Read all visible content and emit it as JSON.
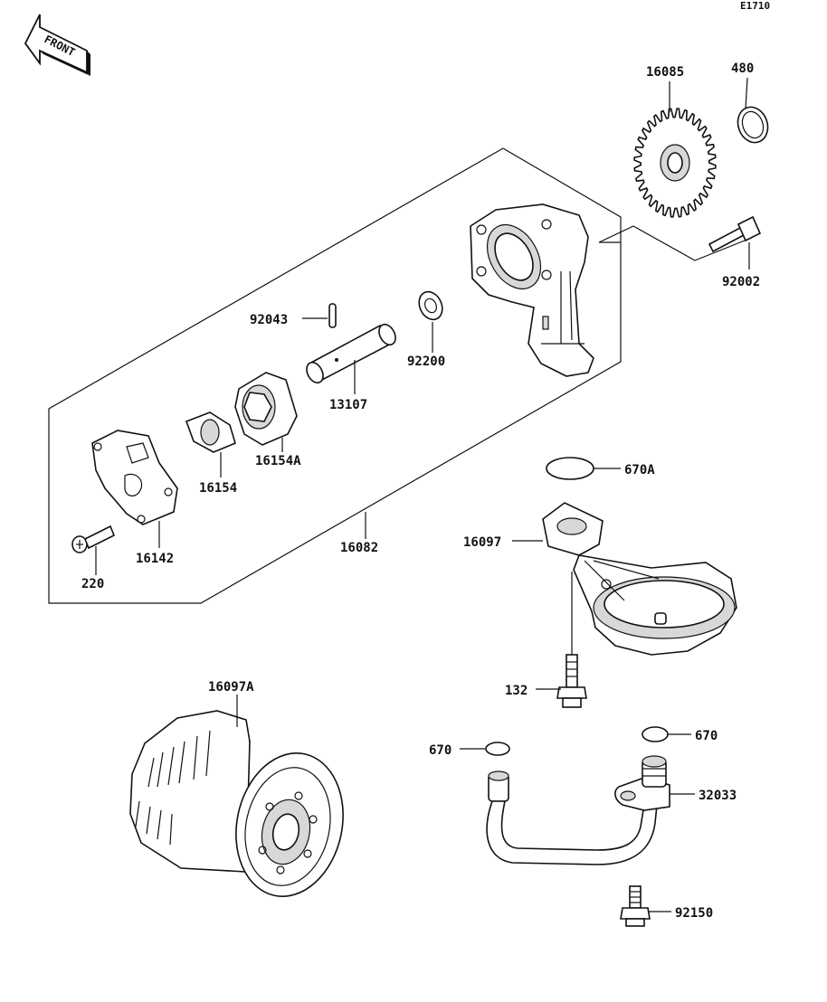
{
  "diagram_code": "E1710",
  "front_label": "FRONT",
  "labels": {
    "p16085": "16085",
    "p480": "480",
    "p92002": "92002",
    "p92043": "92043",
    "p92200": "92200",
    "p13107": "13107",
    "p16154A": "16154A",
    "p16154": "16154",
    "p16142": "16142",
    "p220": "220",
    "p16082": "16082",
    "p670A": "670A",
    "p16097": "16097",
    "p132": "132",
    "p16097A": "16097A",
    "p670_left": "670",
    "p670_right": "670",
    "p32033": "32033",
    "p92150": "92150"
  }
}
